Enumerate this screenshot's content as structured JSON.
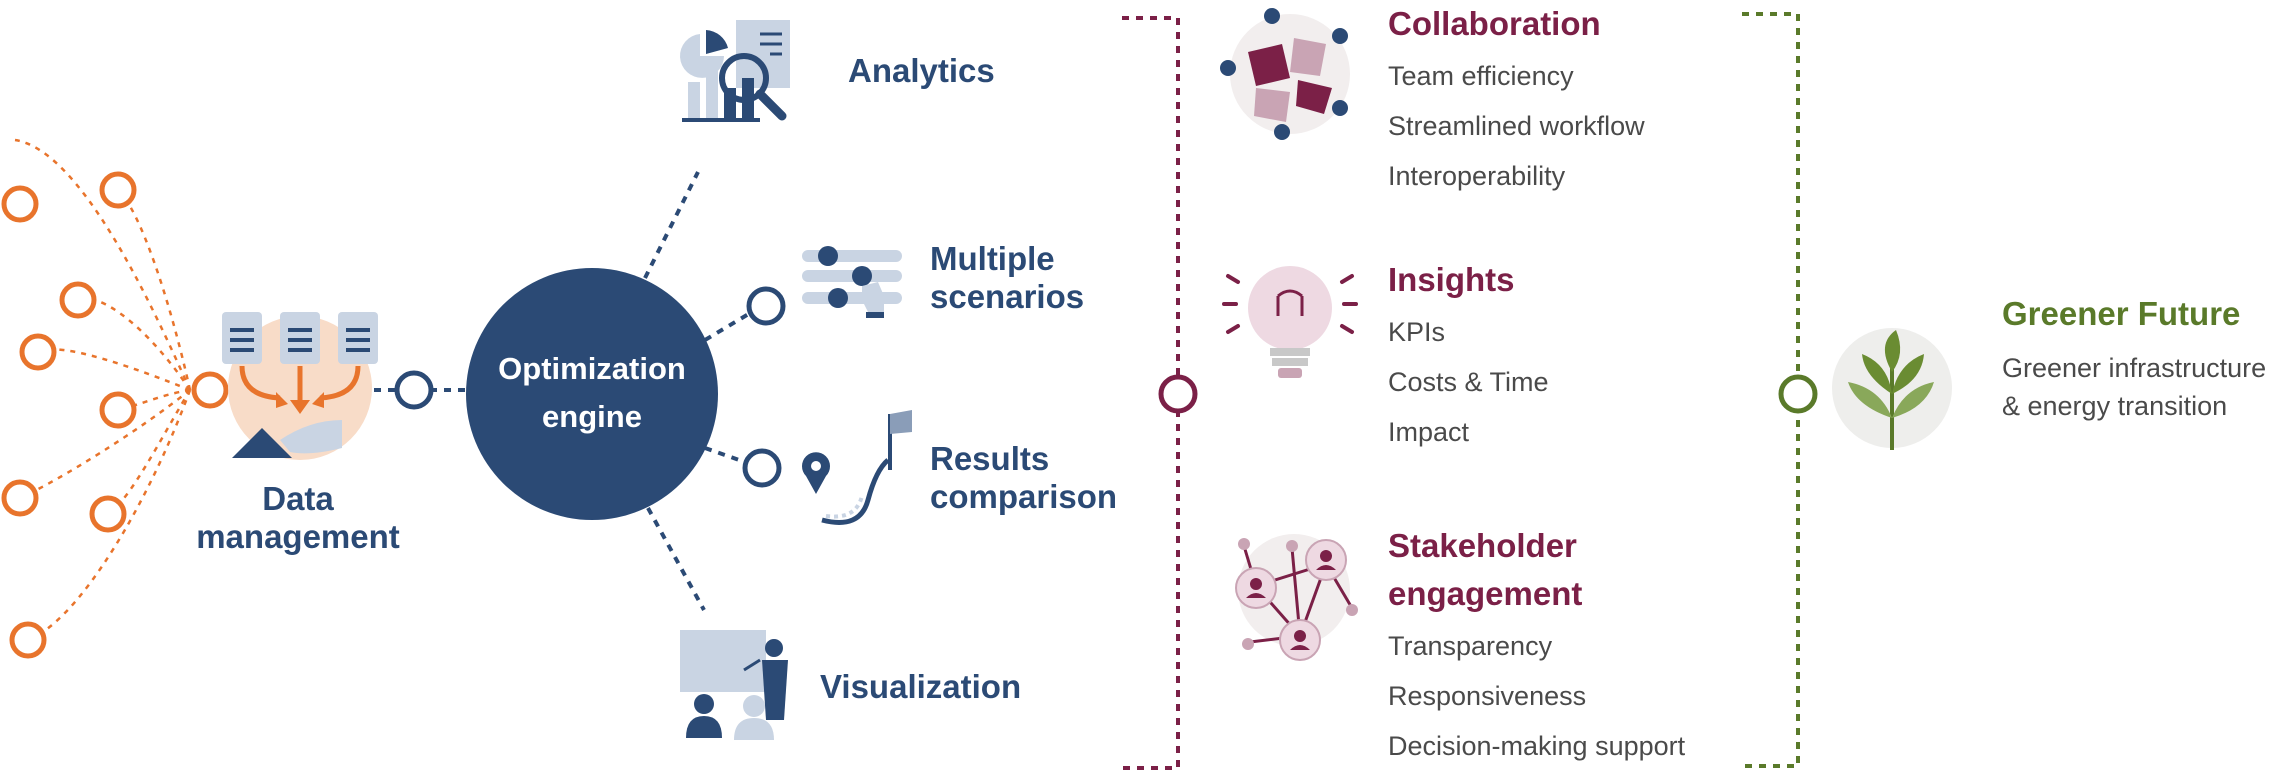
{
  "colors": {
    "navy": "#2b4a75",
    "orange": "#e8742c",
    "maroon": "#7b2047",
    "green": "#5a7a2a",
    "text_gray": "#4a4a4a"
  },
  "data_management": {
    "label_line1": "Data",
    "label_line2": "management",
    "icon": "data-merge-icon"
  },
  "engine": {
    "label_line1": "Optimization",
    "label_line2": "engine"
  },
  "features": {
    "analytics": {
      "label": "Analytics",
      "icon": "analytics-report-icon"
    },
    "scenarios": {
      "label_line1": "Multiple",
      "label_line2": "scenarios",
      "icon": "sliders-icon"
    },
    "results": {
      "label_line1": "Results",
      "label_line2": "comparison",
      "icon": "route-flag-icon"
    },
    "visualization": {
      "label": "Visualization",
      "icon": "presentation-icon"
    }
  },
  "benefits": {
    "collaboration": {
      "title": "Collaboration",
      "icon": "puzzle-hands-icon",
      "items": [
        "Team efficiency",
        "Streamlined workflow",
        "Interoperability"
      ]
    },
    "insights": {
      "title": "Insights",
      "icon": "lightbulb-icon",
      "items": [
        "KPIs",
        "Costs & Time",
        "Impact"
      ]
    },
    "stakeholder": {
      "title_line1": "Stakeholder",
      "title_line2": "engagement",
      "icon": "network-people-icon",
      "items": [
        "Transparency",
        "Responsiveness",
        "Decision-making support"
      ]
    }
  },
  "outcome": {
    "title": "Greener Future",
    "line1": "Greener infrastructure",
    "line2": "& energy transition",
    "icon": "plant-icon"
  }
}
